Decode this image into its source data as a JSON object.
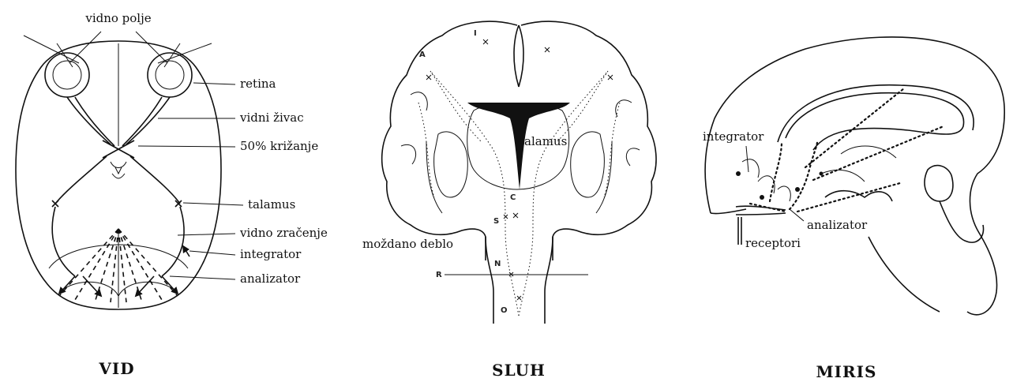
{
  "vid": {
    "caption": "VID",
    "labels": {
      "vidno_polje": "vidno polje",
      "retina": "retina",
      "vidni_zivac": "vidni živac",
      "krizanje": "50% križanje",
      "talamus": "talamus",
      "vidno_zracenje": "vidno zračenje",
      "integrator": "integrator",
      "analizator": "analizator"
    }
  },
  "sluh": {
    "caption": "SLUH",
    "labels": {
      "talamus": "talamus",
      "mozdano_deblo": "moždano deblo"
    },
    "letters": {
      "I": "I",
      "A": "A",
      "C": "C",
      "S": "S",
      "N": "N",
      "R": "R",
      "O": "O"
    }
  },
  "miris": {
    "caption": "MIRIS",
    "labels": {
      "integrator": "integrator",
      "analizator": "analizator",
      "receptori": "receptori"
    }
  }
}
